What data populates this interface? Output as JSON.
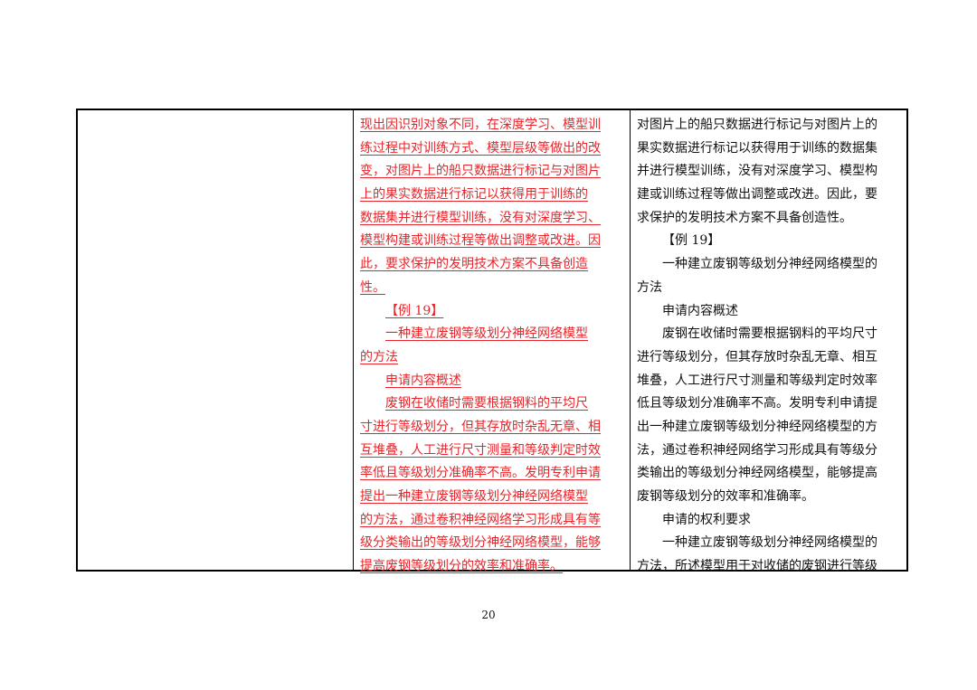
{
  "page_number": "20",
  "middle_column": {
    "lines": [
      {
        "text": "现出因识别对象不同，在深度学习、模型训",
        "indent": false
      },
      {
        "text": "练过程中对训练方式、模型层级等做出的改",
        "indent": false
      },
      {
        "text": "变，对图片上的船只数据进行标记与对图片",
        "indent": false
      },
      {
        "text": "上的果实数据进行标记以获得用于训练的",
        "indent": false
      },
      {
        "text": "数据集并进行模型训练，没有对深度学习、",
        "indent": false
      },
      {
        "text": "模型构建或训练过程等做出调整或改进。因",
        "indent": false
      },
      {
        "text": "此，要求保护的发明技术方案不具备创造",
        "indent": false
      },
      {
        "text": "性。",
        "indent": false
      },
      {
        "text": "【例 19】",
        "indent": true
      },
      {
        "text": "一种建立废钢等级划分神经网络模型",
        "indent": true
      },
      {
        "text": "的方法",
        "indent": false
      },
      {
        "text": "申请内容概述",
        "indent": true
      },
      {
        "text": "废钢在收储时需要根据钢料的平均尺",
        "indent": true
      },
      {
        "text": "寸进行等级划分，但其存放时杂乱无章、相",
        "indent": false
      },
      {
        "text": "互堆叠，人工进行尺寸测量和等级判定时效",
        "indent": false
      },
      {
        "text": "率低且等级划分准确率不高。发明专利申请",
        "indent": false
      },
      {
        "text": "提出一种建立废钢等级划分神经网络模型",
        "indent": false
      },
      {
        "text": "的方法，通过卷积神经网络学习形成具有等",
        "indent": false
      },
      {
        "text": "级分类输出的等级划分神经网络模型，能够",
        "indent": false
      },
      {
        "text": "提高废钢等级划分的效率和准确率。",
        "indent": false
      }
    ]
  },
  "right_column": {
    "lines": [
      {
        "text": "对图片上的船只数据进行标记与对图片上的",
        "indent": false
      },
      {
        "text": "果实数据进行标记以获得用于训练的数据集",
        "indent": false
      },
      {
        "text": "并进行模型训练，没有对深度学习、模型构",
        "indent": false
      },
      {
        "text": "建或训练过程等做出调整或改进。因此，要",
        "indent": false
      },
      {
        "text": "求保护的发明技术方案不具备创造性。",
        "indent": false
      },
      {
        "text": "【例 19】",
        "indent": true
      },
      {
        "text": "一种建立废钢等级划分神经网络模型的",
        "indent": true
      },
      {
        "text": "方法",
        "indent": false
      },
      {
        "text": "申请内容概述",
        "indent": true
      },
      {
        "text": "废钢在收储时需要根据钢料的平均尺寸",
        "indent": true
      },
      {
        "text": "进行等级划分，但其存放时杂乱无章、相互",
        "indent": false
      },
      {
        "text": "堆叠，人工进行尺寸测量和等级判定时效率",
        "indent": false
      },
      {
        "text": "低且等级划分准确率不高。发明专利申请提",
        "indent": false
      },
      {
        "text": "出一种建立废钢等级划分神经网络模型的方",
        "indent": false
      },
      {
        "text": "法，通过卷积神经网络学习形成具有等级分",
        "indent": false
      },
      {
        "text": "类输出的等级划分神经网络模型，能够提高",
        "indent": false
      },
      {
        "text": "废钢等级划分的效率和准确率。",
        "indent": false
      },
      {
        "text": "申请的权利要求",
        "indent": true
      },
      {
        "text": "一种建立废钢等级划分神经网络模型的",
        "indent": true
      },
      {
        "text": "方法，所述模型用于对收储的废钢进行等级",
        "indent": false
      }
    ]
  }
}
